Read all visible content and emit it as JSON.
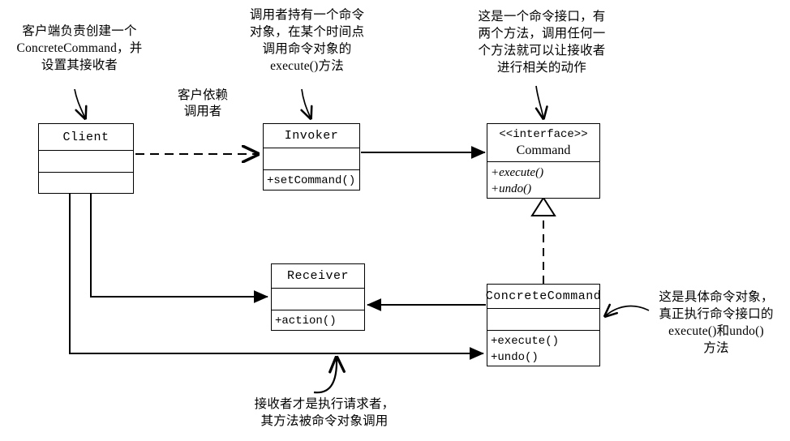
{
  "diagram": {
    "title": "Command Pattern UML Class Diagram",
    "stroke_color": "#000000",
    "background_color": "#ffffff"
  },
  "classes": {
    "client": {
      "name": "Client",
      "compartments": [
        "Client",
        "",
        ""
      ]
    },
    "invoker": {
      "name": "Invoker",
      "operations": [
        "+setCommand()"
      ]
    },
    "command": {
      "stereotype": "<<interface>>",
      "name": "Command",
      "operations": [
        "+execute()",
        "+undo()"
      ]
    },
    "receiver": {
      "name": "Receiver",
      "operations": [
        "+action()"
      ]
    },
    "concrete_command": {
      "name": "ConcreteCommand",
      "operations": [
        "+execute()",
        "+undo()"
      ]
    }
  },
  "edge_labels": {
    "client_depends_invoker": "客户依赖\n调用者"
  },
  "notes": {
    "client_note": "客户端负责创建一个\nConcreteCommand，并\n设置其接收者",
    "invoker_note": "调用者持有一个命令\n对象，在某个时间点\n调用命令对象的\nexecute()方法",
    "command_note": "这是一个命令接口，有\n两个方法，调用任何一\n个方法就可以让接收者\n进行相关的动作",
    "concrete_command_note": "这是具体命令对象，\n真正执行命令接口的\nexecute()和undo()\n方法",
    "receiver_note": "接收者才是执行请求者，\n其方法被命令对象调用"
  }
}
